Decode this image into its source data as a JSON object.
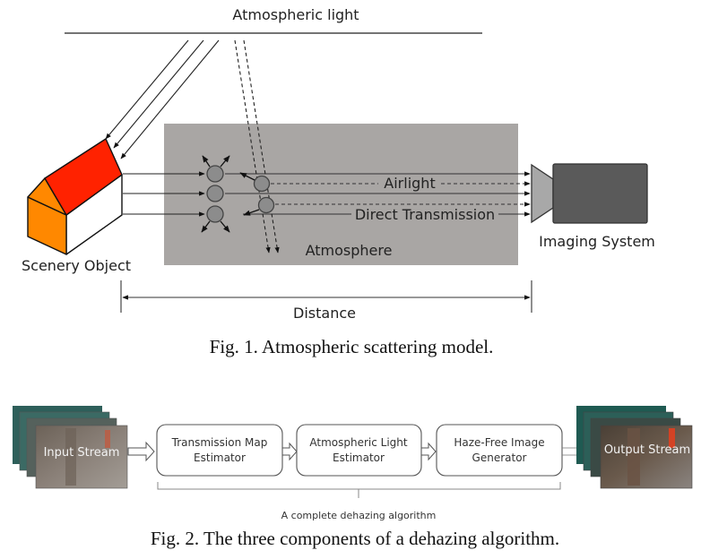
{
  "figure1": {
    "atmospheric_light_label": "Atmospheric light",
    "scenery_object_label": "Scenery Object",
    "atmosphere_label": "Atmosphere",
    "airlight_label": "Airlight",
    "direct_transmission_label": "Direct Transmission",
    "imaging_system_label": "Imaging System",
    "distance_label": "Distance",
    "caption": "Fig. 1.  Atmospheric scattering model.",
    "colors": {
      "roof": "#ff2200",
      "house_side": "#ff8800",
      "atmosphere": "#a9a6a4",
      "particle": "#8c8c8c",
      "camera_body": "#5a5a5a",
      "camera_lens": "#a8a8a8"
    }
  },
  "figure2": {
    "input_stream_label": "Input Stream",
    "output_stream_label": "Output Stream",
    "components": [
      {
        "line1": "Transmission Map",
        "line2": "Estimator"
      },
      {
        "line1": "Atmospheric Light",
        "line2": "Estimator"
      },
      {
        "line1": "Haze-Free Image",
        "line2": "Generator"
      }
    ],
    "brace_label": "A complete dehazing algorithm",
    "caption": "Fig. 2.  The three components of a dehazing algorithm."
  }
}
